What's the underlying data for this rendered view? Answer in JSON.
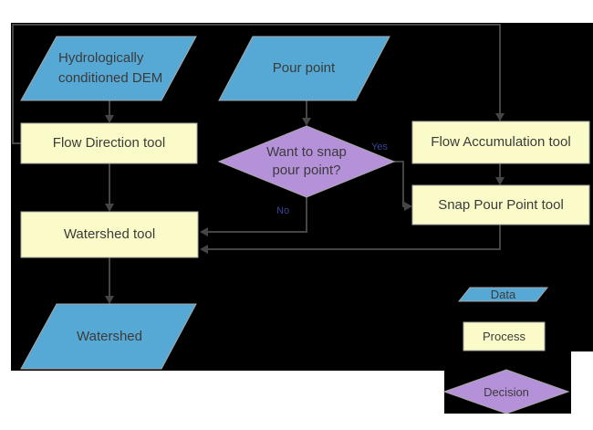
{
  "diagram": {
    "type": "flowchart",
    "nodes": {
      "dem": {
        "label": "Hydrologically conditioned DEM",
        "kind": "data"
      },
      "pour_point": {
        "label": "Pour point",
        "kind": "data"
      },
      "flow_direction": {
        "label": "Flow Direction tool",
        "kind": "process"
      },
      "flow_accumulation": {
        "label": "Flow Accumulation tool",
        "kind": "process"
      },
      "snap_pour_point": {
        "label": "Snap Pour Point tool",
        "kind": "process"
      },
      "watershed_tool": {
        "label": "Watershed tool",
        "kind": "process"
      },
      "watershed": {
        "label": "Watershed",
        "kind": "data"
      },
      "decision": {
        "label": "Want to snap pour point?",
        "kind": "decision"
      }
    },
    "edges": [
      {
        "from": "dem",
        "to": "flow_direction",
        "label": ""
      },
      {
        "from": "flow_direction",
        "to": "flow_accumulation",
        "label": ""
      },
      {
        "from": "pour_point",
        "to": "decision",
        "label": ""
      },
      {
        "from": "flow_accumulation",
        "to": "snap_pour_point",
        "label": ""
      },
      {
        "from": "decision",
        "to": "snap_pour_point",
        "label": "Yes"
      },
      {
        "from": "decision",
        "to": "watershed_tool",
        "label": "No"
      },
      {
        "from": "snap_pour_point",
        "to": "watershed_tool",
        "label": ""
      },
      {
        "from": "watershed_tool",
        "to": "watershed",
        "label": ""
      }
    ],
    "branch_labels": {
      "yes": "Yes",
      "no": "No"
    }
  },
  "legend": {
    "data": "Data",
    "process": "Process",
    "decision": "Decision"
  },
  "colors": {
    "canvas_bg": "#000000",
    "data_fill": "#56a8d5",
    "process_fill": "#fbfbc9",
    "decision_fill": "#b591d9",
    "shape_border": "#a8a8a8",
    "connector": "#454545",
    "text": "#3b3b3b",
    "branch_text": "#3a4496"
  }
}
